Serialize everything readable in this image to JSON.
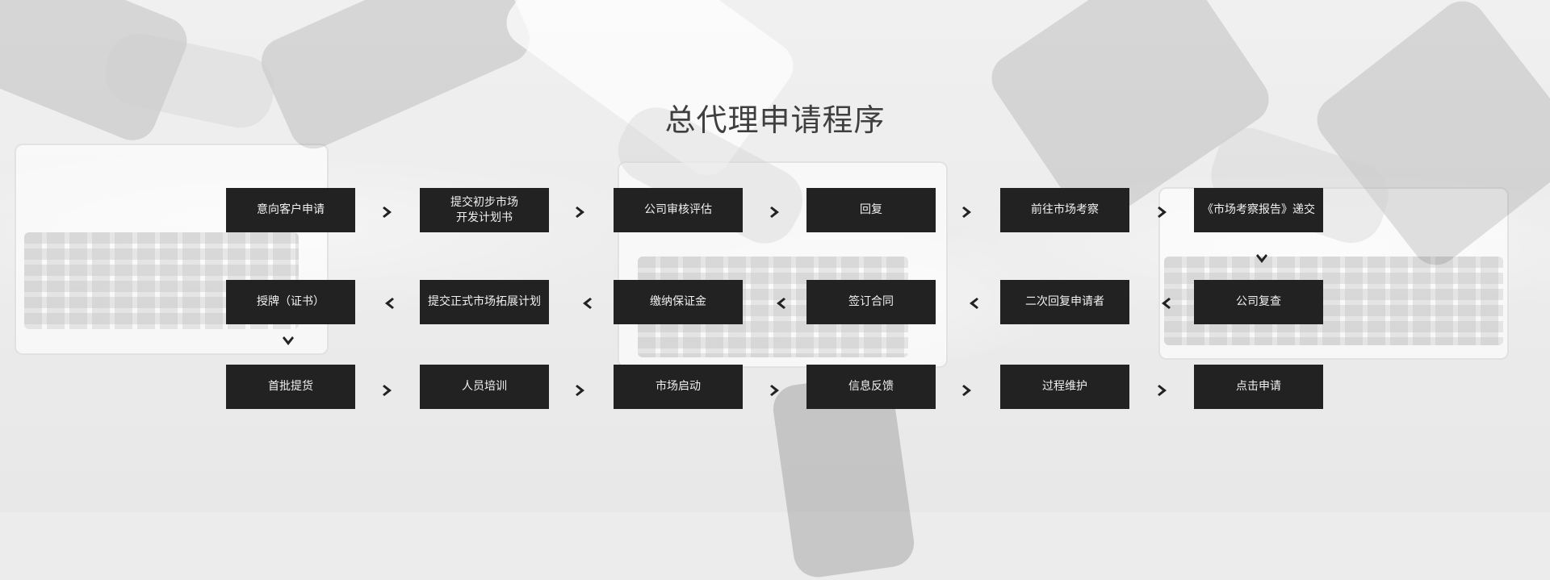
{
  "title": "总代理申请程序",
  "steps": [
    {
      "label": "意向客户申请"
    },
    {
      "label": "提交初步市场\n开发计划书"
    },
    {
      "label": "公司审核评估"
    },
    {
      "label": "回复"
    },
    {
      "label": "前往市场考察"
    },
    {
      "label": "《市场考察报告》递交"
    },
    {
      "label": "授牌（证书）"
    },
    {
      "label": "提交正式市场拓展计划"
    },
    {
      "label": "缴纳保证金"
    },
    {
      "label": "签订合同"
    },
    {
      "label": "二次回复申请者"
    },
    {
      "label": "公司复查"
    },
    {
      "label": "首批提货"
    },
    {
      "label": "人员培训"
    },
    {
      "label": "市场启动"
    },
    {
      "label": "信息反馈"
    },
    {
      "label": "过程维护"
    },
    {
      "label": "点击申请"
    }
  ],
  "arrows": {
    "right_icon": "chevron-right-icon",
    "left_icon": "chevron-left-icon",
    "down_icon": "chevron-down-icon"
  },
  "colors": {
    "step_bg": "#222222",
    "step_text": "#f1f1f1",
    "title_text": "#3f3f3f"
  }
}
